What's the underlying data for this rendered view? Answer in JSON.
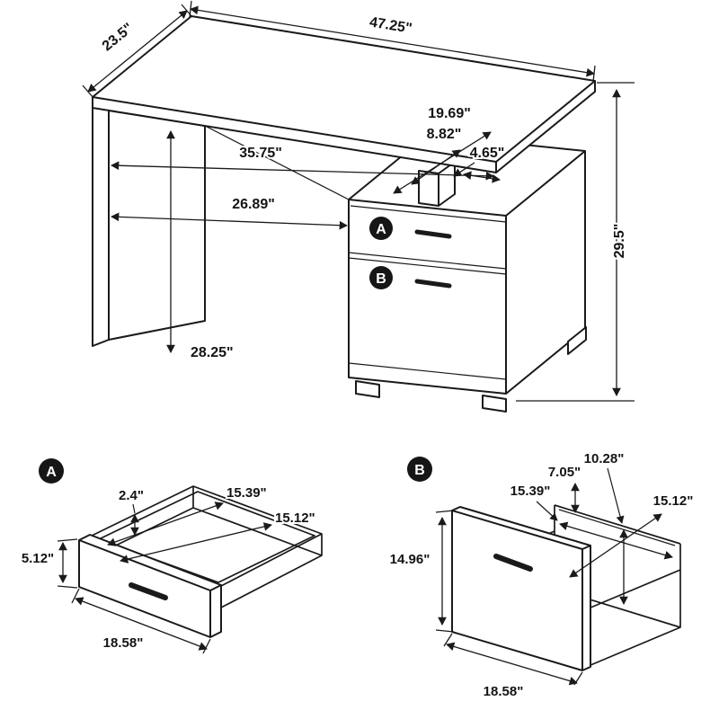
{
  "page": {
    "background": "#ffffff",
    "line_color": "#1a1a1a",
    "label_color": "#141414",
    "badge_bg": "#161616",
    "badge_text_color": "#ffffff",
    "subject": "office desk dimension diagram with drawer details"
  },
  "main_view": {
    "dimensions": {
      "top_width": "47.25\"",
      "top_depth": "23.5\"",
      "pedestal_top_depth": "19.69\"",
      "mount_depth": "8.82\"",
      "mount_width": "4.65\"",
      "under_desk_width": "35.75\"",
      "knee_space_width": "26.89\"",
      "overall_height": "29.5\"",
      "side_panel_height": "28.25\""
    },
    "drawer_badges": {
      "a": "A",
      "b": "B"
    }
  },
  "detail_a": {
    "badge": "A",
    "dimensions": {
      "side_height": "2.4\"",
      "interior_width": "15.39\"",
      "interior_depth": "15.12\"",
      "front_height": "5.12\"",
      "front_width": "18.58\""
    }
  },
  "detail_b": {
    "badge": "B",
    "dimensions": {
      "back_height": "10.28\"",
      "side_height": "7.05\"",
      "interior_width": "15.39\"",
      "interior_depth": "15.12\"",
      "front_height": "14.96\"",
      "front_width": "18.58\""
    }
  }
}
